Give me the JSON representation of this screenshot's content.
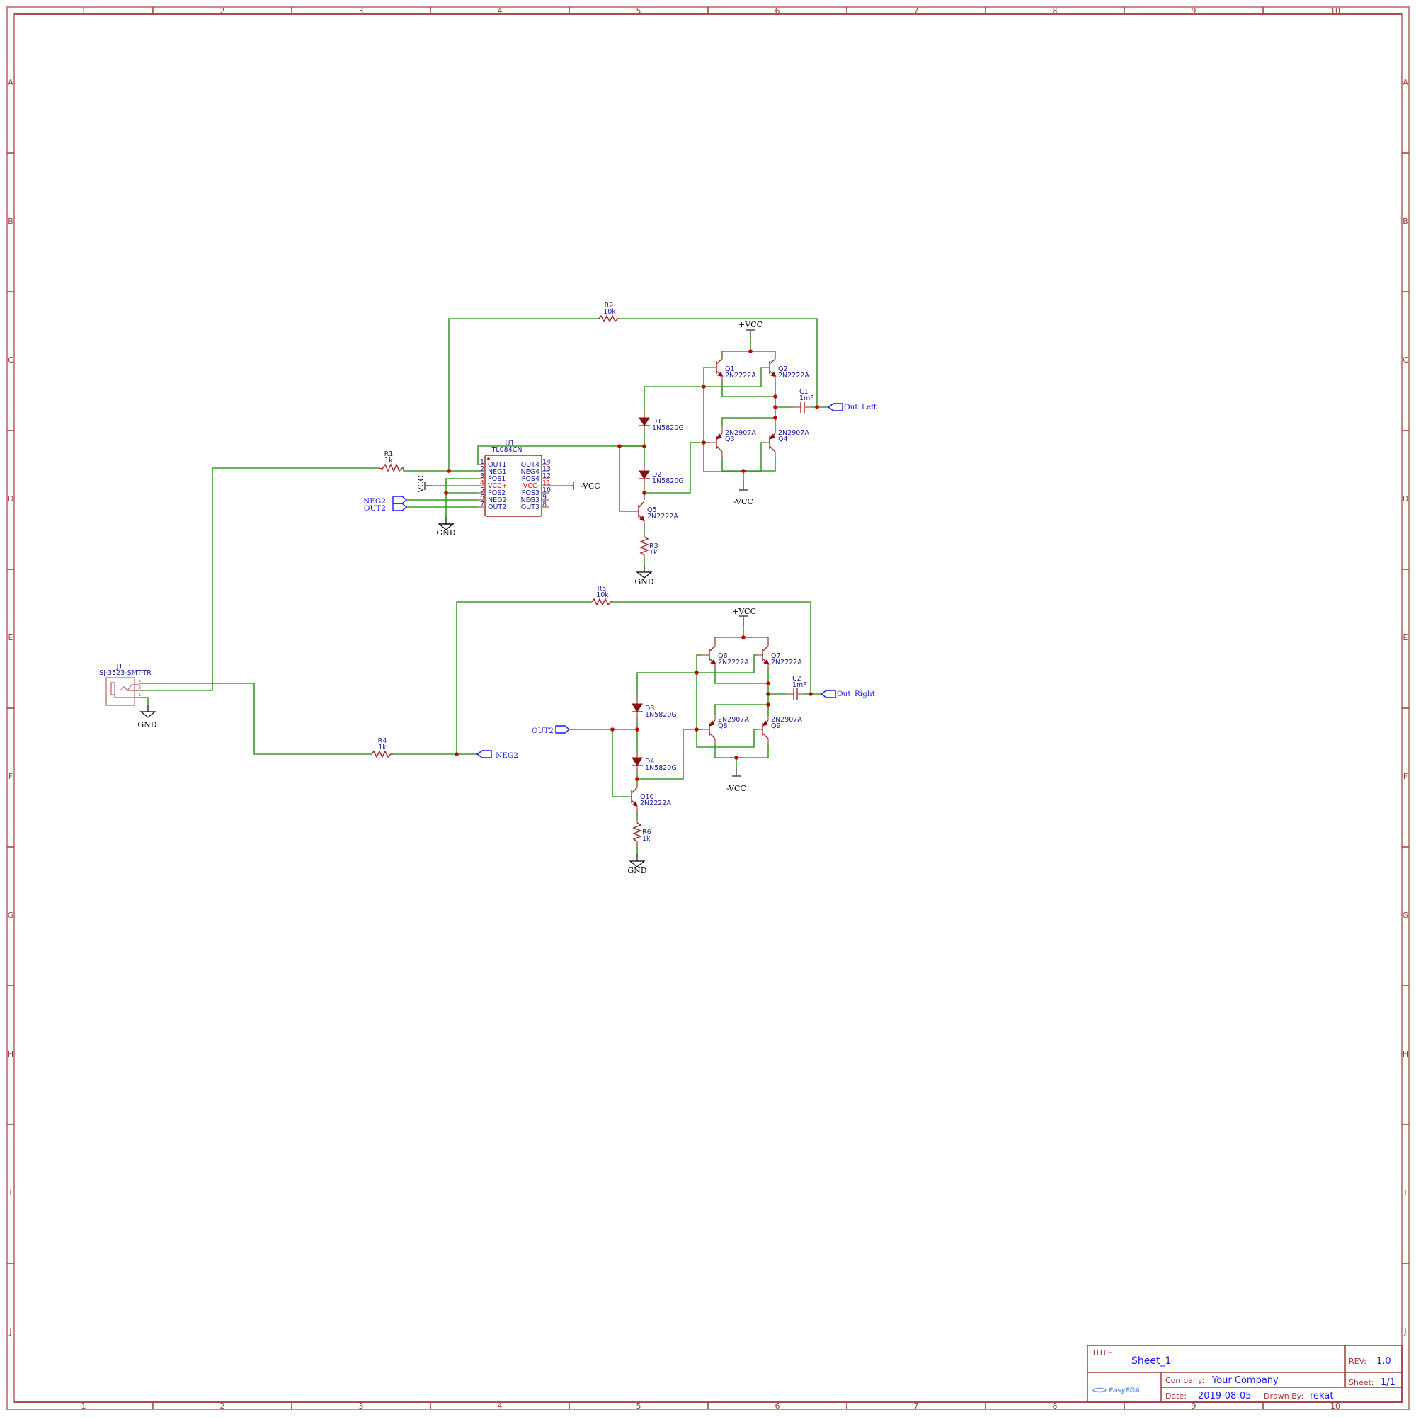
{
  "frame": {
    "columns": [
      "1",
      "2",
      "3",
      "4",
      "5",
      "6",
      "7",
      "8",
      "9",
      "10"
    ],
    "rows": [
      "A",
      "B",
      "C",
      "D",
      "E",
      "F",
      "G",
      "H",
      "I",
      "J"
    ]
  },
  "title_block": {
    "title_label": "TITLE:",
    "title_value": "Sheet_1",
    "rev_label": "REV:",
    "rev_value": "1.0",
    "company_label": "Company:",
    "company_value": "Your Company",
    "sheet_label": "Sheet:",
    "sheet_value": "1/1",
    "date_label": "Date:",
    "date_value": "2019-08-05",
    "drawn_label": "Drawn By:",
    "drawn_value": "rekat",
    "logo": "EasyEDA"
  },
  "components": {
    "U1": {
      "ref": "U1",
      "value": "TL084CN",
      "left_pins": [
        {
          "num": "1",
          "name": "OUT1"
        },
        {
          "num": "2",
          "name": "NEG1"
        },
        {
          "num": "3",
          "name": "POS1"
        },
        {
          "num": "4",
          "name": "VCC+"
        },
        {
          "num": "5",
          "name": "POS2"
        },
        {
          "num": "6",
          "name": "NEG2"
        },
        {
          "num": "7",
          "name": "OUT2"
        }
      ],
      "right_pins": [
        {
          "num": "14",
          "name": "OUT4"
        },
        {
          "num": "13",
          "name": "NEG4"
        },
        {
          "num": "12",
          "name": "POS4"
        },
        {
          "num": "11",
          "name": "VCC-"
        },
        {
          "num": "10",
          "name": "POS3"
        },
        {
          "num": "9",
          "name": "NEG3"
        },
        {
          "num": "8",
          "name": "OUT3"
        }
      ]
    },
    "R1": {
      "ref": "R1",
      "value": "1k"
    },
    "R2": {
      "ref": "R2",
      "value": "10k"
    },
    "R3": {
      "ref": "R3",
      "value": "1k"
    },
    "R4": {
      "ref": "R4",
      "value": "1k"
    },
    "R5": {
      "ref": "R5",
      "value": "10k"
    },
    "R6": {
      "ref": "R6",
      "value": "1k"
    },
    "C1": {
      "ref": "C1",
      "value": "1mF"
    },
    "C2": {
      "ref": "C2",
      "value": "1mF"
    },
    "D1": {
      "ref": "D1",
      "value": "1N5820G"
    },
    "D2": {
      "ref": "D2",
      "value": "1N5820G"
    },
    "D3": {
      "ref": "D3",
      "value": "1N5820G"
    },
    "D4": {
      "ref": "D4",
      "value": "1N5820G"
    },
    "Q1": {
      "ref": "Q1",
      "value": "2N2222A"
    },
    "Q2": {
      "ref": "Q2",
      "value": "2N2222A"
    },
    "Q3": {
      "ref": "Q3",
      "value": "2N2907A"
    },
    "Q4": {
      "ref": "Q4",
      "value": "2N2907A"
    },
    "Q5": {
      "ref": "Q5",
      "value": "2N2222A"
    },
    "Q6": {
      "ref": "Q6",
      "value": "2N2222A"
    },
    "Q7": {
      "ref": "Q7",
      "value": "2N2222A"
    },
    "Q8": {
      "ref": "Q8",
      "value": "2N2907A"
    },
    "Q9": {
      "ref": "Q9",
      "value": "2N2907A"
    },
    "Q10": {
      "ref": "Q10",
      "value": "2N2222A"
    },
    "J1": {
      "ref": "J1",
      "value": "SJ-3523-SMT-TR",
      "pins": [
        "2",
        "3",
        "1"
      ]
    }
  },
  "nets": {
    "vcc_pos": "+VCC",
    "vcc_neg": "-VCC",
    "gnd": "GND",
    "neg2": "NEG2",
    "out2": "OUT2",
    "out_left": "Out_Left",
    "out_right": "Out_Right"
  },
  "colors": {
    "wire": "#3a9a2a",
    "part": "#a32222",
    "label": "#1a1aa0",
    "net_port": "#1a1af0",
    "junction": "#cc0000",
    "frame": "#a33a3a"
  }
}
